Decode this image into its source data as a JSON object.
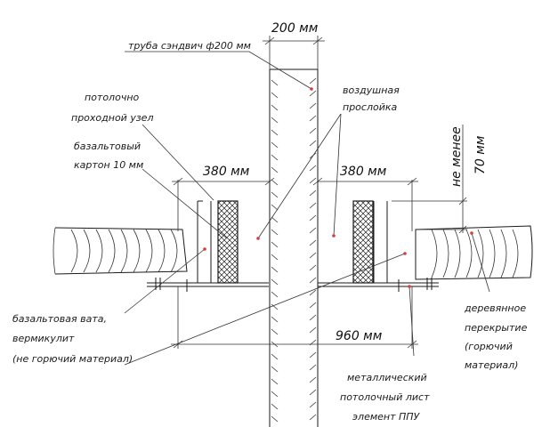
{
  "dimensions": {
    "pipe_width": "200 мм",
    "left_gap": "380 мм",
    "right_gap": "380 мм",
    "total_width": "960 мм",
    "min_height_label": "не менее",
    "min_height_value": "70 мм"
  },
  "labels": {
    "pipe": "труба сэндвич ф200 мм",
    "air_gap_line1": "воздушная",
    "air_gap_line2": "прослойка",
    "ceiling_unit_line1": "потолочно",
    "ceiling_unit_line2": "проходной узел",
    "basalt_board_line1": "базальтовый",
    "basalt_board_line2": "картон 10 мм",
    "wool_line1": "базальтовая вата,",
    "wool_line2": "вермикулит",
    "wool_line3": "(не горючий материал)",
    "floor_line1": "деревянное",
    "floor_line2": "перекрытие",
    "floor_line3": "(горючий",
    "floor_line4": "материал)",
    "sheet_line1": "металлический",
    "sheet_line2": "потолочный лист",
    "sheet_line3": "элемент ППУ"
  },
  "colors": {
    "ink": "#1a1a1a",
    "accent_dot": "#d04040"
  }
}
